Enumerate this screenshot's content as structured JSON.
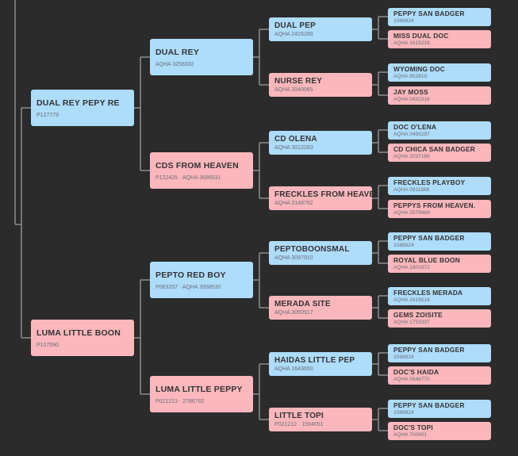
{
  "pedigree": {
    "sire": {
      "name": "DUAL REY PEPY RE",
      "reg": "P127779",
      "sire": {
        "name": "DUAL REY",
        "reg": "AQHA 3258332",
        "sire": {
          "name": "DUAL PEP",
          "reg": "AQHA 2426289",
          "sire": {
            "name": "PEPPY SAN BADGER",
            "reg": "1089924"
          },
          "dam": {
            "name": "MISS DUAL DOC",
            "reg": "AQHA 1615218"
          }
        },
        "dam": {
          "name": "NURSE REY",
          "reg": "AQHA 2040065",
          "sire": {
            "name": "WYOMING DOC",
            "reg": "AQHA 952810"
          },
          "dam": {
            "name": "JAY MOSS",
            "reg": "AQHA 0432316"
          }
        }
      },
      "dam": {
        "name": "CDS FROM HEAVEN",
        "reg": "P122425 · AQHA 3686531",
        "sire": {
          "name": "CD OLENA",
          "reg": "AQHA 3012283",
          "sire": {
            "name": "DOC O'LENA",
            "reg": "AQHA 0493297"
          },
          "dam": {
            "name": "CD CHICA SAN BADGER",
            "reg": "AQHA 2037168"
          }
        },
        "dam": {
          "name": "FRECKLES FROM HEAVEN",
          "reg": "AQHA 3148782",
          "sire": {
            "name": "FRECKLES PLAYBOY",
            "reg": "AQHA 0911588"
          },
          "dam": {
            "name": "PEPPYS FROM HEAVEN.",
            "reg": "AQHA 2579469"
          }
        }
      }
    },
    "dam": {
      "name": "LUMA LITTLE BOON",
      "reg": "P107590",
      "sire": {
        "name": "PEPTO RED BOY",
        "reg": "P083207 · AQHA 3938530",
        "sire": {
          "name": "PEPTOBOONSMAL",
          "reg": "AQHA 3097910",
          "sire": {
            "name": "PEPPY SAN BADGER",
            "reg": "1089924"
          },
          "dam": {
            "name": "ROYAL BLUE BOON",
            "reg": "AQHA 1601972"
          }
        },
        "dam": {
          "name": "MERADA SITE",
          "reg": "AQHA 3050917",
          "sire": {
            "name": "FRECKLES MERADA",
            "reg": "AQHA 1619518"
          },
          "dam": {
            "name": "GEMS ZOISITE",
            "reg": "AQHA 1753337"
          }
        }
      },
      "dam": {
        "name": "LUMA LITTLE PEPPY",
        "reg": "P021213 · 2786762",
        "sire": {
          "name": "HAIDAS LITTLE PEP",
          "reg": "AQHA 1643650",
          "sire": {
            "name": "PEPPY SAN BADGER",
            "reg": "1089924"
          },
          "dam": {
            "name": "DOC'S HAIDA",
            "reg": "AQHA 0646770"
          }
        },
        "dam": {
          "name": "LITTLE TOPI",
          "reg": "P021212 · 1594651",
          "sire": {
            "name": "PEPPY SAN BADGER",
            "reg": "1089924"
          },
          "dam": {
            "name": "DOC'S TOPI",
            "reg": "AQHA 700901"
          }
        }
      }
    }
  },
  "colors": {
    "background": "#2b2b2b",
    "sire_node": "#aedcfb",
    "dam_node": "#fbb7bc",
    "connector": "#8c8c8c"
  }
}
